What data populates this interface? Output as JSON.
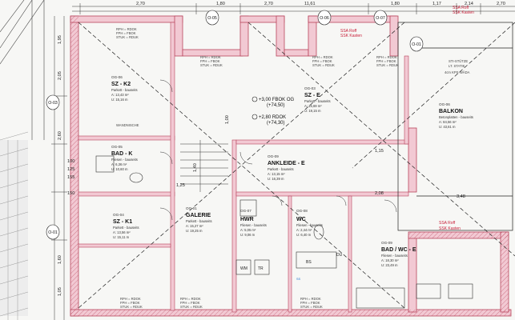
{
  "colors": {
    "wall_fill": "#f2c9d3",
    "wall_stroke": "#b8445c",
    "line": "#222222",
    "annotation_red": "#c8203a",
    "annotation_blue": "#1a6fd1",
    "paper": "#f7f7f5"
  },
  "rooms": {
    "sz_k2": {
      "id": "OG-06",
      "name": "SZ - K2",
      "floor": "Parkett - bauseits",
      "area": "A: 13,43 m²",
      "perimeter": "U: 15,16 m"
    },
    "bad_k": {
      "id": "OG-05",
      "name": "BAD - K",
      "floor": "Fliesen - bauseits",
      "area": "A: 6,36 m²",
      "perimeter": "U: 10,60 m"
    },
    "sz_k1": {
      "id": "OG-04",
      "name": "SZ - K1",
      "floor": "Parkett - bauseits",
      "area": "A: 13,56 m²",
      "perimeter": "U: 15,11 m"
    },
    "galerie": {
      "id": "OG-01",
      "name": "GALERIE",
      "floor": "Parkett - bauseits",
      "area": "A: 15,27 m²",
      "perimeter": "U: 19,25 m"
    },
    "hwr": {
      "id": "OG-07",
      "name": "HWR",
      "floor": "Fliesen - bauseits",
      "area": "A: 5,05 m²",
      "perimeter": "U: 9,06 m"
    },
    "wc": {
      "id": "OG-08",
      "name": "WC",
      "floor": "Fliesen - bauseits",
      "area": "A: 2,44 m²",
      "perimeter": "U: 6,40 m"
    },
    "ankleide": {
      "id": "OG-09",
      "name": "ANKLEIDE - E",
      "floor": "Parkett - bauseits",
      "area": "A: 13,15 m²",
      "perimeter": "U: 16,39 m"
    },
    "sz_e": {
      "id": "OG-03",
      "name": "SZ - E",
      "floor": "Parkett - bauseits",
      "area": "A: 15,69 m²",
      "perimeter": "U: 19,15 m"
    },
    "balkon": {
      "id": "OG-06",
      "name": "BALKON",
      "floor": "Betonplatten - bauseits",
      "area": "A: 84,56 m²",
      "perimeter": "U: 43,61 m"
    },
    "bad_wc_e": {
      "id": "OG-09",
      "name": "BAD / WC - E",
      "floor": "Fliesen - bauseits",
      "area": "A: 18,30 m²",
      "perimeter": "U: 23,49 m"
    }
  },
  "finish_notes": {
    "line1": "RPH = RDOK",
    "line2": "FPH = FBOK",
    "line3": "STUK = RDUK",
    "line4": "FPH = FBOK"
  },
  "levels": {
    "fbok": "+3,00 FBOK OG",
    "fbok_sub": "(+74,50)",
    "rdok": "+2,80 RDOK",
    "rdok_sub": "(+74,30)"
  },
  "dimensions": {
    "top_1": "2,70",
    "top_2": "1,80",
    "top_3": "2,70",
    "top_4": "11,61",
    "top_5": "1,80",
    "top_6": "1,17",
    "top_7": "2,14",
    "top_8": "2,70",
    "mid_1": "3,48",
    "mid_2": "2,08",
    "mid_3": "1,25",
    "mid_4": "1,15",
    "left_1": "1,95",
    "left_2": "2,05",
    "left_3": "1,40",
    "left_4": "2,60",
    "left_5": "1,60",
    "left_6": "1,05",
    "left_7": "1,00",
    "left_8": "100",
    "left_9": "125",
    "left_10": "155",
    "left_11": "150"
  },
  "axes": {
    "a1": "O-05",
    "a2": "O-06",
    "a3": "O-07",
    "a4": "O-01",
    "a5": "O-03",
    "a6": "O-01"
  },
  "annotations": {
    "ssa_top_1": "SSA Roff",
    "ssa_top_2": "SSK Kasten",
    "ssa_right_1": "SSA Roff",
    "ssa_right_2": "SSK Kasten",
    "ssa_mid_1": "SSA Roff",
    "ssa_mid_2": "SSK Kasten",
    "sti_stuetze": "STI-STÜTZE",
    "lt_statik": "LT. STATIK",
    "kps_wand": "4cm KPS-WÄDA",
    "wandniche": "WANDNISCHE",
    "wm": "WM",
    "tr": "TR",
    "bs": "BS",
    "du": "DU",
    "ss_marker": "SS"
  }
}
